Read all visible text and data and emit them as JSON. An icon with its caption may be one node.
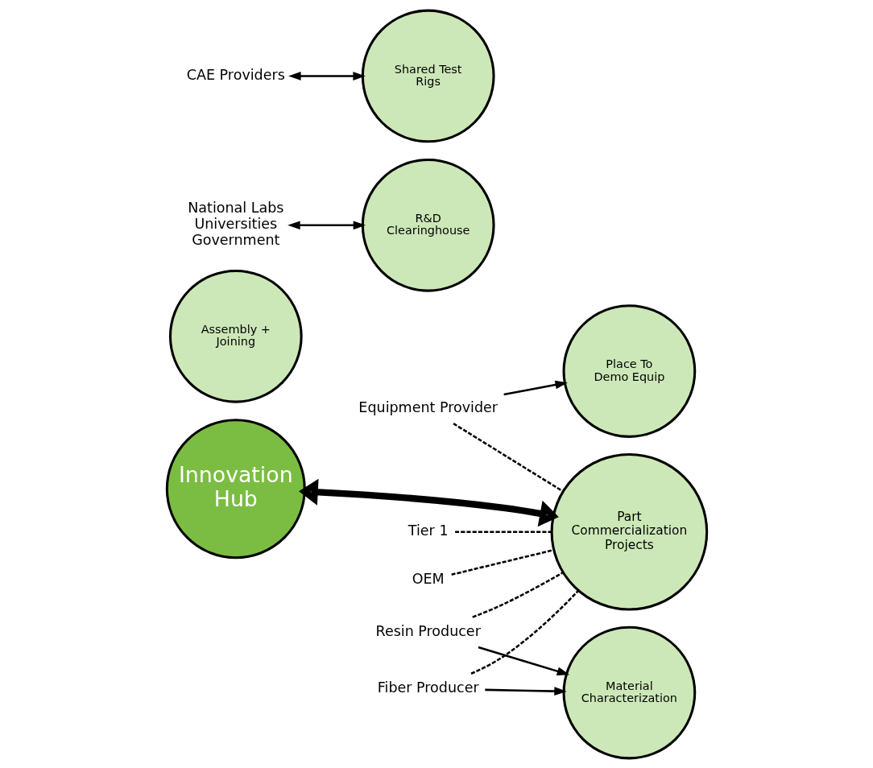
{
  "diagram": {
    "nodes": [
      {
        "text": [
          "Innovation Hub"
        ]
      },
      {
        "text": [
          "Assembly + Joining"
        ]
      },
      {
        "text": [
          "R&D Clearinghouse"
        ]
      },
      {
        "text": [
          "Place To Demo Equip"
        ]
      },
      {
        "text": [
          "Shared Test Rigs"
        ]
      },
      {
        "text": [
          "Material Characterization"
        ]
      },
      {
        "text": [
          "Part Commercialization Projects"
        ]
      },
      {
        "text": [
          "National Labs",
          "Universities",
          "Government"
        ]
      },
      {
        "text": [
          "Equipment Provider"
        ]
      },
      {
        "text": [
          "Tier 1"
        ]
      },
      {
        "text": [
          "OEM"
        ]
      },
      {
        "text": [
          "CAE Providers"
        ]
      },
      {
        "text": [
          "Resin Producer"
        ]
      },
      {
        "text": [
          "Fiber Producer"
        ]
      }
    ],
    "edges": [
      {
        "from": 0,
        "to": 6,
        "arrow": "both",
        "style": "thick"
      },
      {
        "from": 7,
        "to": 2,
        "arrow": "both"
      },
      {
        "from": 8,
        "to": 3,
        "arrow": "to"
      },
      {
        "from": 8,
        "to": 6,
        "arrow": "none",
        "style": "dashed"
      },
      {
        "from": 9,
        "to": 6,
        "arrow": "none",
        "style": "dashed"
      },
      {
        "from": 10,
        "to": 6,
        "arrow": "none",
        "style": "dashed"
      },
      {
        "from": 11,
        "to": 4,
        "arrow": "both"
      },
      {
        "from": 12,
        "to": 5,
        "arrow": "to"
      },
      {
        "from": 13,
        "to": 5,
        "arrow": "to"
      },
      {
        "from": 12,
        "to": 6,
        "arrow": "none",
        "style": "dashed"
      },
      {
        "from": 13,
        "to": 6,
        "arrow": "none",
        "style": "dashed"
      }
    ]
  }
}
